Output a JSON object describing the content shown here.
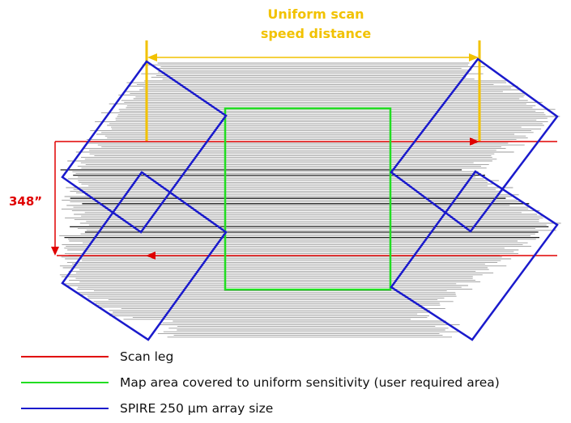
{
  "annotations": {
    "uniform_scan_line1": "Uniform scan",
    "uniform_scan_line2": "speed distance",
    "separation": "348”"
  },
  "legend": [
    {
      "key": "scan-leg",
      "label": "Scan leg",
      "color": "#e00000"
    },
    {
      "key": "uniform-area",
      "label": "Map area covered to uniform sensitivity (user required area)",
      "color": "#22dd22"
    },
    {
      "key": "array-size",
      "label": "SPIRE 250 μm array size",
      "color": "#1a1acc"
    }
  ],
  "colors": {
    "scan_lines": "#9a9a9a",
    "dense_scan_lines": "#1a1a1a",
    "uniform_speed_bracket": "#f2c200",
    "scan_leg": "#e00000",
    "uniform_area": "#22dd22",
    "array_outline": "#1a1acc"
  }
}
